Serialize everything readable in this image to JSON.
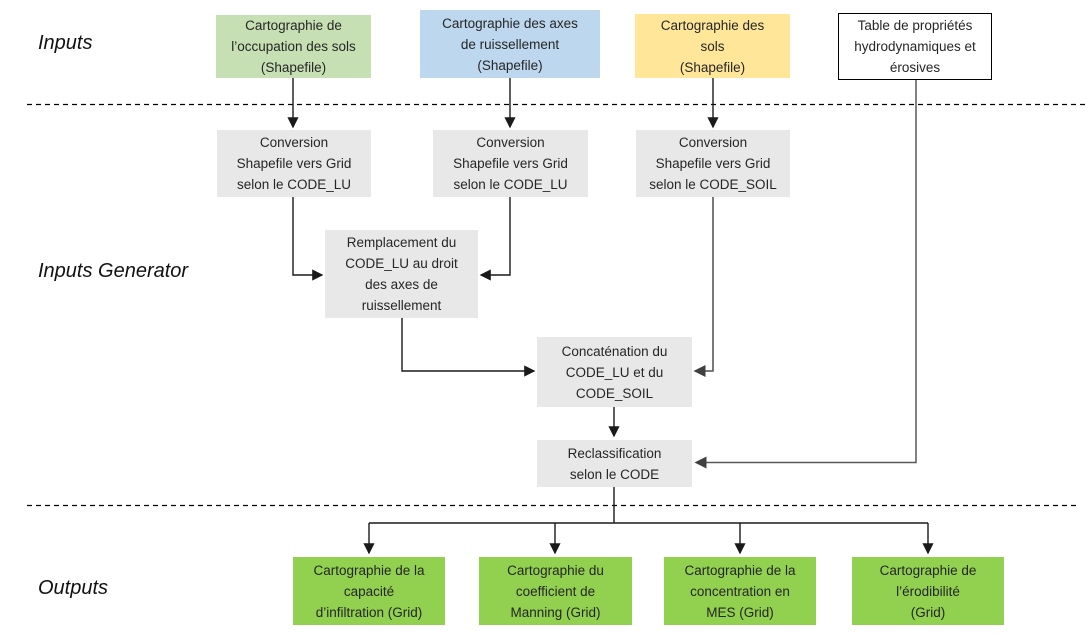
{
  "sections": {
    "inputs_label": "Inputs",
    "generator_label": "Inputs Generator",
    "outputs_label": "Outputs"
  },
  "input_boxes": [
    {
      "id": "landuse-map",
      "label": "Cartographie de\nl’occupation des sols\n(Shapefile)",
      "color": "#c6e0b4",
      "format": "Shapefile"
    },
    {
      "id": "runoff-axes-map",
      "label": "Cartographie des axes\nde ruissellement\n(Shapefile)",
      "color": "#bdd7ee",
      "format": "Shapefile"
    },
    {
      "id": "soils-map",
      "label": "Cartographie des\nsols\n(Shapefile)",
      "color": "#ffe699",
      "format": "Shapefile"
    },
    {
      "id": "properties-table",
      "label": "Table de propriétés\nhydrodynamiques et\nérosives",
      "color": "#ffffff",
      "format": "Table"
    }
  ],
  "process_boxes": [
    {
      "id": "conversion-lu-1",
      "label": "Conversion\nShapefile vers Grid\nselon le CODE_LU"
    },
    {
      "id": "conversion-lu-2",
      "label": "Conversion\nShapefile vers Grid\nselon le CODE_LU"
    },
    {
      "id": "conversion-soil",
      "label": "Conversion\nShapefile vers Grid\nselon le CODE_SOIL"
    },
    {
      "id": "replacement-code-lu",
      "label": "Remplacement du\nCODE_LU au droit\ndes axes de\nruissellement"
    },
    {
      "id": "concatenation",
      "label": "Concaténation du\nCODE_LU et du\nCODE_SOIL"
    },
    {
      "id": "reclassification",
      "label": "Reclassification\nselon le CODE"
    }
  ],
  "output_boxes": [
    {
      "id": "infiltration-capacity",
      "label": "Cartographie de la\ncapacité\nd’infiltration (Grid)",
      "format": "Grid"
    },
    {
      "id": "manning-coefficient",
      "label": "Cartographie du\ncoefficient de\nManning (Grid)",
      "format": "Grid"
    },
    {
      "id": "mes-concentration",
      "label": "Cartographie de la\nconcentration en\nMES (Grid)",
      "format": "Grid"
    },
    {
      "id": "erodibility",
      "label": "Cartographie de\nl’érodibilité\n(Grid)",
      "format": "Grid"
    }
  ],
  "colors": {
    "input_green": "#c6e0b4",
    "input_blue": "#bdd7ee",
    "input_yellow": "#ffe699",
    "table_white": "#ffffff",
    "process_gray": "#e9e8e8",
    "output_green": "#92d050",
    "connector_black": "#1a1a1a",
    "connector_gray": "#595959",
    "text": "#262626"
  }
}
